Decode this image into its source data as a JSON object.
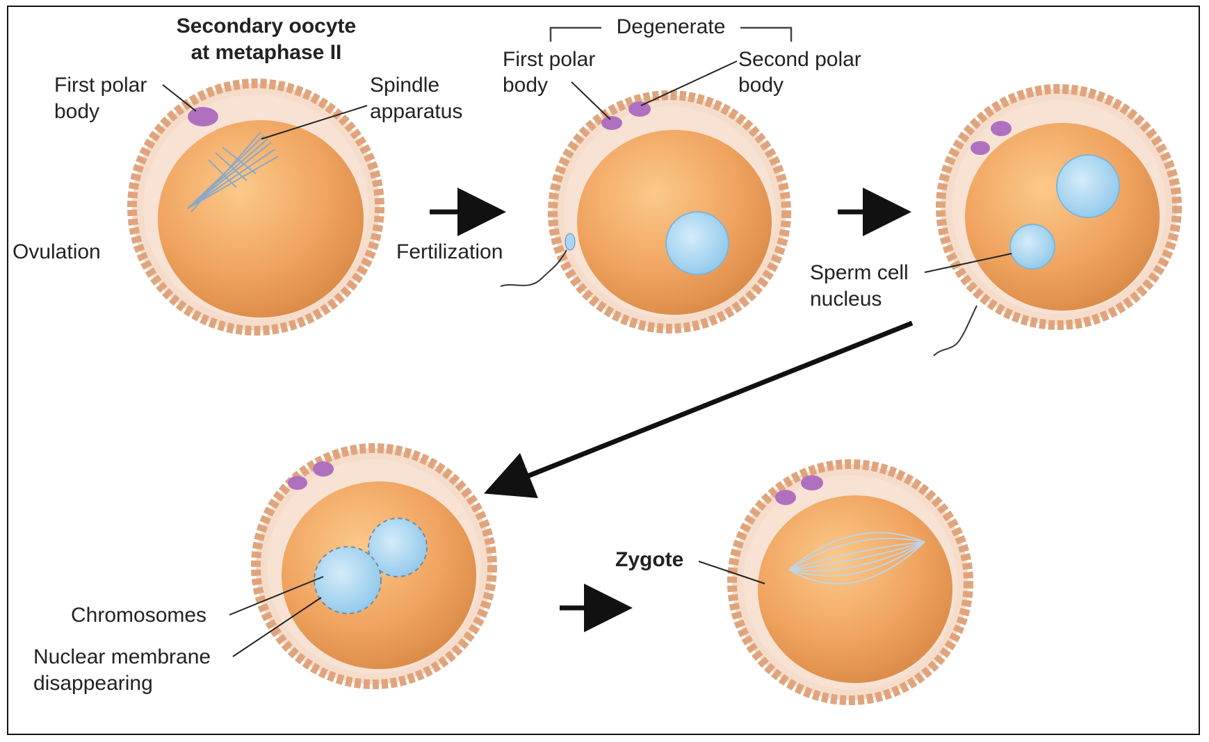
{
  "diagram": {
    "stages": [
      {
        "id": "ovulation",
        "title_line1": "Secondary oocyte",
        "title_line2": "at metaphase II",
        "side_label": "Ovulation"
      },
      {
        "id": "fertilization",
        "side_label": "Fertilization"
      },
      {
        "id": "sperm-entry"
      },
      {
        "id": "membrane-breakdown"
      },
      {
        "id": "zygote",
        "side_label": "Zygote"
      }
    ],
    "labels": {
      "first_polar_body_1": "First polar",
      "first_polar_body_2": "body",
      "spindle_1": "Spindle",
      "spindle_2": "apparatus",
      "degenerate": "Degenerate",
      "first_polar_b_1": "First polar",
      "first_polar_b_2": "body",
      "second_polar_1": "Second polar",
      "second_polar_2": "body",
      "sperm_nucleus_1": "Sperm cell",
      "sperm_nucleus_2": "nucleus",
      "chromosomes": "Chromosomes",
      "membrane_1": "Nuclear membrane",
      "membrane_2": "disappearing"
    },
    "colors": {
      "cytoplasm": "#f0a460",
      "zona": "#f6dccb",
      "corona": "#e8b48f",
      "polar_body": "#b070c0",
      "nucleus": "#a9d6f0",
      "arrow": "#111111"
    }
  }
}
